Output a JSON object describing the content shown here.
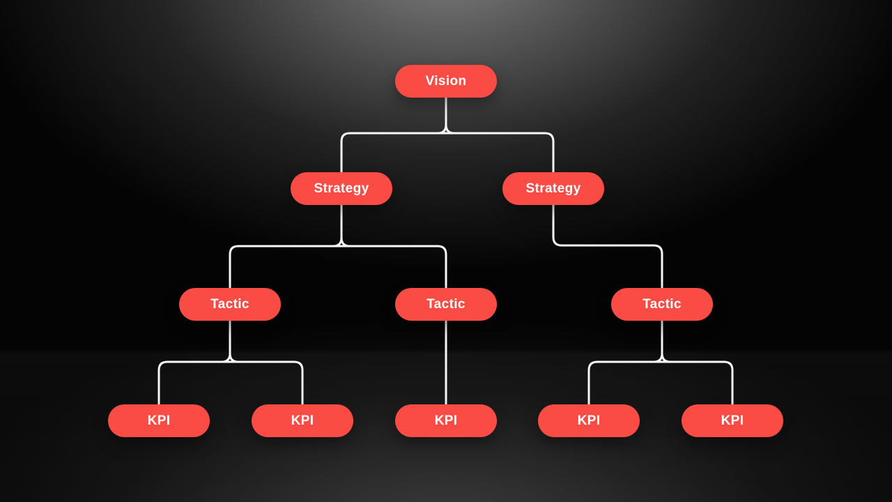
{
  "diagram": {
    "type": "tree",
    "nodes": [
      {
        "id": "vision",
        "label": "Vision",
        "level": 1
      },
      {
        "id": "strategy-left",
        "label": "Strategy",
        "level": 2
      },
      {
        "id": "strategy-right",
        "label": "Strategy",
        "level": 2
      },
      {
        "id": "tactic-left",
        "label": "Tactic",
        "level": 3
      },
      {
        "id": "tactic-middle",
        "label": "Tactic",
        "level": 3
      },
      {
        "id": "tactic-right",
        "label": "Tactic",
        "level": 3
      },
      {
        "id": "kpi-1",
        "label": "KPI",
        "level": 4
      },
      {
        "id": "kpi-2",
        "label": "KPI",
        "level": 4
      },
      {
        "id": "kpi-3",
        "label": "KPI",
        "level": 4
      },
      {
        "id": "kpi-4",
        "label": "KPI",
        "level": 4
      },
      {
        "id": "kpi-5",
        "label": "KPI",
        "level": 4
      }
    ],
    "edges": [
      [
        "vision",
        "strategy-left"
      ],
      [
        "vision",
        "strategy-right"
      ],
      [
        "strategy-left",
        "tactic-left"
      ],
      [
        "strategy-left",
        "tactic-middle"
      ],
      [
        "strategy-right",
        "tactic-right"
      ],
      [
        "tactic-left",
        "kpi-1"
      ],
      [
        "tactic-left",
        "kpi-2"
      ],
      [
        "tactic-middle",
        "kpi-3"
      ],
      [
        "tactic-right",
        "kpi-4"
      ],
      [
        "tactic-right",
        "kpi-5"
      ]
    ],
    "colors": {
      "node_fill": "#fa4b45",
      "node_text": "#ffffff",
      "connector": "#f8f8f8",
      "background_base": "#040404",
      "background_glow": "#8c8c8c"
    }
  }
}
